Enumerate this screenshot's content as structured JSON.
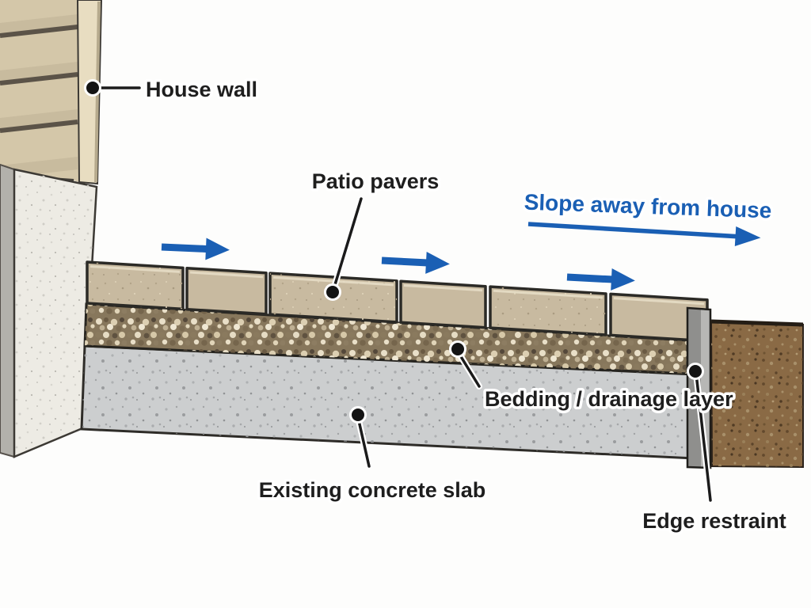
{
  "labels": {
    "house_wall": "House wall",
    "patio_pavers": "Patio pavers",
    "slope": "Slope away from house",
    "bedding": "Bedding / drainage layer",
    "slab": "Existing concrete slab",
    "edge_restraint": "Edge restraint"
  },
  "colors": {
    "blue": "#1a5fb4",
    "ink": "#1c1c1c",
    "siding": "#d4c7a9",
    "trim": "#e8ddc1",
    "foundation": "#edebe4",
    "foundation_side": "#b3b1ab",
    "paver": "#c8baa0",
    "gravel": "#87775c",
    "slab": "#cccecf",
    "soil": "#8a6a45",
    "restraint_dark": "#8f8f8d",
    "restraint_light": "#b7b7b5"
  }
}
